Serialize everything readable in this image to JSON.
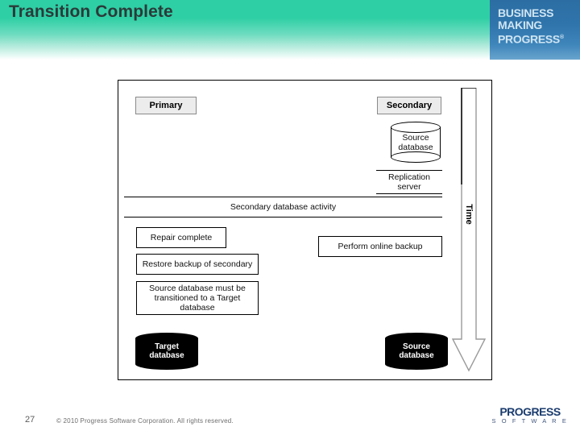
{
  "slide": {
    "title": "Transition Complete",
    "page_number": "27",
    "copyright": "© 2010 Progress Software Corporation. All rights reserved.",
    "accent_color": "#2ecfa4",
    "logo_panel_color": "#2f74ab"
  },
  "brand_banner": {
    "line1": "BUSINESS",
    "line2": "MAKING",
    "line3": "PROGRESS",
    "trademark": "®"
  },
  "footer_logo": {
    "main": "PROGRESS",
    "sub": "S O F T W A R E"
  },
  "diagram": {
    "headers": {
      "primary": "Primary",
      "secondary": "Secondary"
    },
    "time_axis": {
      "label": "Time",
      "direction": "down"
    },
    "nodes": {
      "secondary_source_db": {
        "line1": "Source",
        "line2": "database"
      },
      "replication_server": {
        "line1": "Replication",
        "line2": "server"
      },
      "secondary_database_activity": "Secondary database activity",
      "repair_complete": "Repair complete",
      "restore_backup_of_secondary": "Restore backup of secondary",
      "source_db_transition_note": {
        "line1": "Source database must be",
        "line2": "transitioned to a Target",
        "line3": "database"
      },
      "perform_online_backup": "Perform online backup",
      "target_database": {
        "line1": "Target",
        "line2": "database"
      },
      "bottom_source_database": {
        "line1": "Source",
        "line2": "database"
      }
    }
  }
}
